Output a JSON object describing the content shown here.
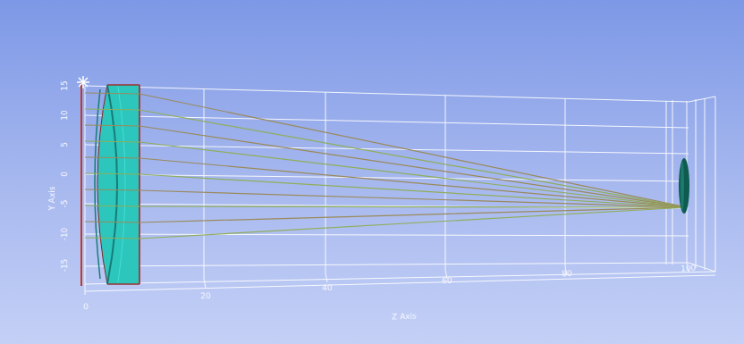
{
  "diagram": {
    "labels": [
      "15",
      "10",
      "5",
      "0",
      "-5",
      "-10",
      "-15",
      "Y Axis",
      "0",
      "20",
      "40",
      "60",
      "80",
      "100",
      "Z Axis"
    ]
  }
}
